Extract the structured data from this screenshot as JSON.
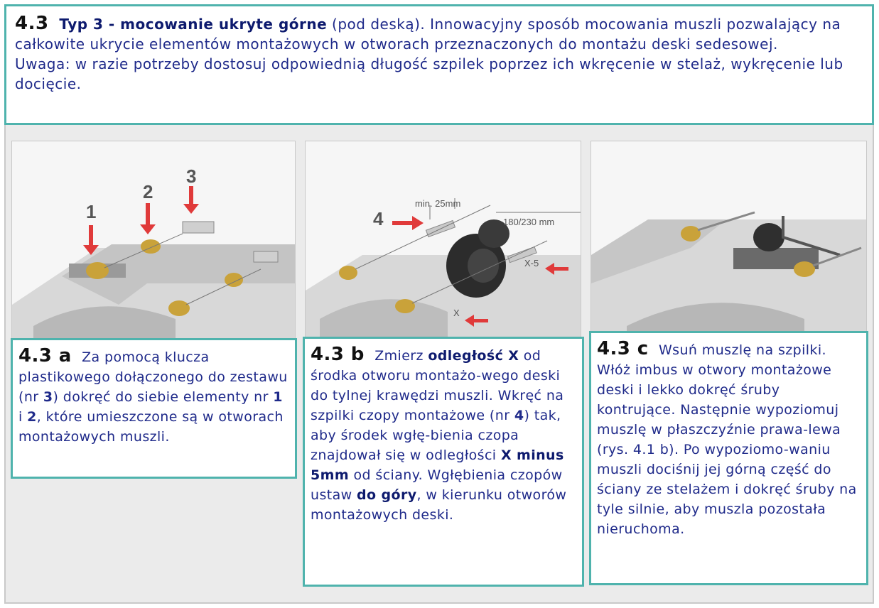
{
  "header": {
    "number": "4.3",
    "title": "Typ 3 - mocowanie ukryte górne",
    "title_rest": " (pod deską). Innowacyjny sposób mocowania muszli pozwalający na całkowite ukrycie elementów montażowych w otworach przeznaczonych do montażu deski sedesowej.",
    "note": "Uwaga: w razie potrzeby dostosuj odpowiednią długość szpilek poprzez ich wkręcenie w stelaż, wykręcenie lub docięcie."
  },
  "images": {
    "a": {
      "labels": [
        "1",
        "2",
        "3"
      ]
    },
    "b": {
      "label_4": "4",
      "min": "min. 25mm",
      "dist": "180/230 mm",
      "x5": "X-5",
      "x": "X"
    },
    "c": {}
  },
  "step_a": {
    "number": "4.3 a",
    "t1": "Za pomocą klucza plastikowego dołączonego do zestawu (nr ",
    "b1": "3",
    "t2": ") dokręć do siebie elementy nr ",
    "b2": "1",
    "t3": " i ",
    "b3": "2",
    "t4": ", które umieszczone są w otworach montażowych muszli."
  },
  "step_b": {
    "number": "4.3 b",
    "t1": "Zmierz ",
    "b1": "odległość X",
    "t2": " od środka otworu montażo-wego deski do tylnej krawędzi muszli. Wkręć na szpilki czopy montażowe (nr ",
    "b2": "4",
    "t3": ") tak, aby środek wgłę-bienia czopa znajdował się w odległości ",
    "b3": "X minus 5mm",
    "t4": " od ściany. Wgłębienia czopów ustaw ",
    "b4": "do góry",
    "t5": ", w kierunku otworów montażowych deski."
  },
  "step_c": {
    "number": "4.3 c",
    "text": "Wsuń muszlę na szpilki. Włóż imbus w otwory montażowe deski i lekko dokręć śruby kontrujące. Następnie wypoziomuj muszlę w płaszczyźnie prawa-lewa (rys. 4.1 b). Po wypoziomo-waniu muszli dociśnij jej górną część do ściany ze stelażem i dokręć śruby na tyle silnie, aby muszla pozostała nieruchoma."
  }
}
